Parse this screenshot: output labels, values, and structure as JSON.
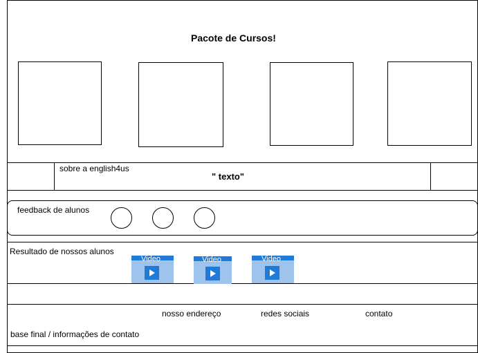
{
  "header": {
    "title": "Pacote de Cursos!"
  },
  "about": {
    "label": "sobre a english4us",
    "text": "\" texto\""
  },
  "feedback": {
    "label": "feedback de alunos"
  },
  "results": {
    "label": "Resultado de nossos alunos",
    "video_label": "Video"
  },
  "footer": {
    "address": "nosso endereço",
    "social": "redes sociais",
    "contact": "contato",
    "base": "base final / informações de contato"
  }
}
